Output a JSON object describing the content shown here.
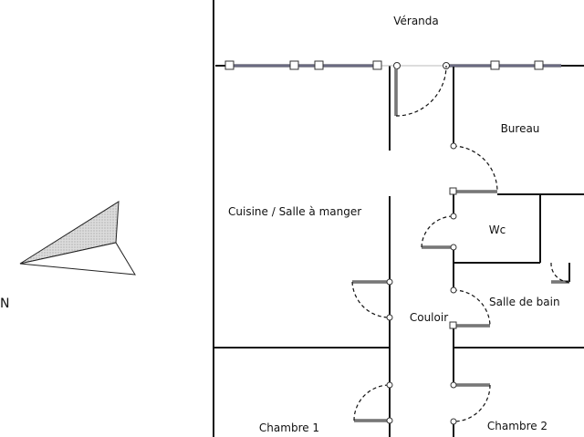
{
  "rooms": {
    "veranda": "Véranda",
    "bureau": "Bureau",
    "cuisine": "Cuisine / Salle à manger",
    "wc": "Wc",
    "salle_de_bain": "Salle de bain",
    "couloir": "Couloir",
    "chambre1": "Chambre 1",
    "chambre2": "Chambre 2"
  },
  "compass": {
    "north_label": "N",
    "fill_color": "#d3d3d3"
  }
}
